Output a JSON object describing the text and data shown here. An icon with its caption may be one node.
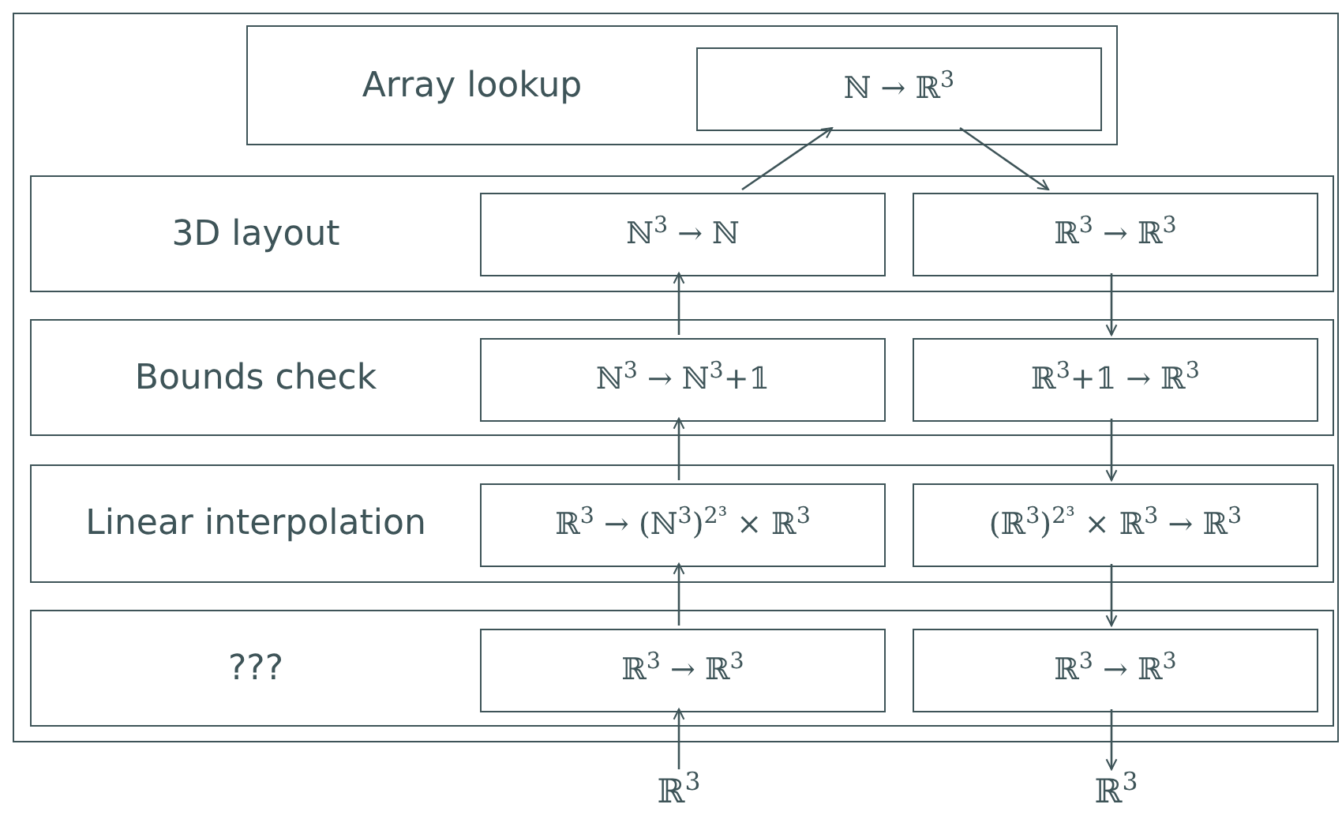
{
  "diagram": {
    "nodes": [
      {
        "text": [],
        "shape": "box"
      },
      {
        "text": [
          "Array lookup"
        ],
        "in": 0
      },
      {
        "text": [
          "ℕ → ℝ$^{3}$"
        ],
        "in": 1
      },
      {
        "text": [
          "3D layout"
        ],
        "in": 0
      },
      {
        "text": [
          "ℕ$^{3}$ → ℕ"
        ],
        "in": 3
      },
      {
        "text": [
          "ℝ$^{3}$ → ℝ$^{3}$"
        ],
        "in": 3
      },
      {
        "text": [
          "Bounds check"
        ],
        "in": 0
      },
      {
        "text": [
          "ℕ$^{3}$ → ℕ$^{3}$+𝟙"
        ],
        "in": 6
      },
      {
        "text": [
          "ℝ$^{3}$+𝟙 → ℝ$^{3}$"
        ],
        "in": 6
      },
      {
        "text": [
          "Linear interpolation"
        ],
        "in": 0
      },
      {
        "text": [
          "ℝ$^{3}$ → (ℕ$^{3}$)$^{2³}$ × ℝ$^{3}$"
        ],
        "in": 9
      },
      {
        "text": [
          "(ℝ$^{3}$)$^{2³}$ × ℝ$^{3}$ → ℝ$^{3}$"
        ],
        "in": 9
      },
      {
        "text": [
          "???"
        ],
        "in": 0
      },
      {
        "text": [
          "ℝ$^{3}$ → ℝ$^{3}$"
        ],
        "in": 12
      },
      {
        "text": [
          "ℝ$^{3}$ → ℝ$^{3}$"
        ],
        "in": 12
      },
      {
        "text": [
          "ℝ$^{3}$"
        ]
      },
      {
        "text": [
          "ℝ$^{3}$"
        ]
      }
    ],
    "edges": [
      {
        "from": 15,
        "to": 13,
        "arrow": "to"
      },
      {
        "from": 13,
        "to": 10,
        "arrow": "to"
      },
      {
        "from": 10,
        "to": 7,
        "arrow": "to"
      },
      {
        "from": 7,
        "to": 4,
        "arrow": "to"
      },
      {
        "from": 4,
        "to": 2,
        "arrow": "to"
      },
      {
        "from": 2,
        "to": 5,
        "arrow": "to"
      },
      {
        "from": 5,
        "to": 8,
        "arrow": "to"
      },
      {
        "from": 8,
        "to": 11,
        "arrow": "to"
      },
      {
        "from": 11,
        "to": 14,
        "arrow": "to"
      },
      {
        "from": 14,
        "to": 16,
        "arrow": "to"
      }
    ]
  }
}
